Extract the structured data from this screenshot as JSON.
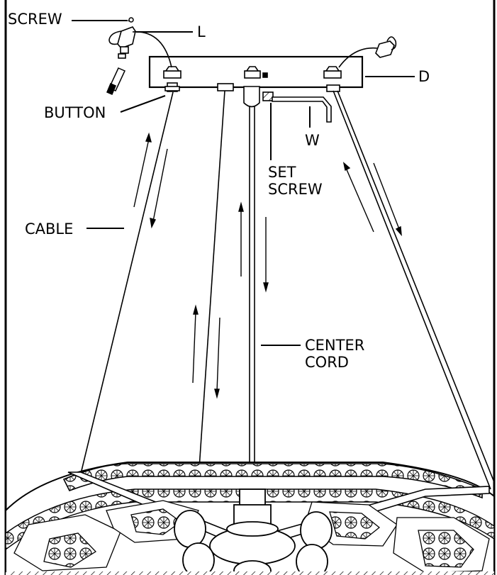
{
  "labels": {
    "screw": "SCREW",
    "l": "L",
    "d": "D",
    "button": "BUTTON",
    "w": "W",
    "set_screw_line1": "SET",
    "set_screw_line2": "SCREW",
    "cable": "CABLE",
    "center_cord_line1": "CENTER",
    "center_cord_line2": "CORD"
  },
  "colors": {
    "ink": "#000000",
    "paper": "#ffffff",
    "shade": "#d9d9d9"
  }
}
